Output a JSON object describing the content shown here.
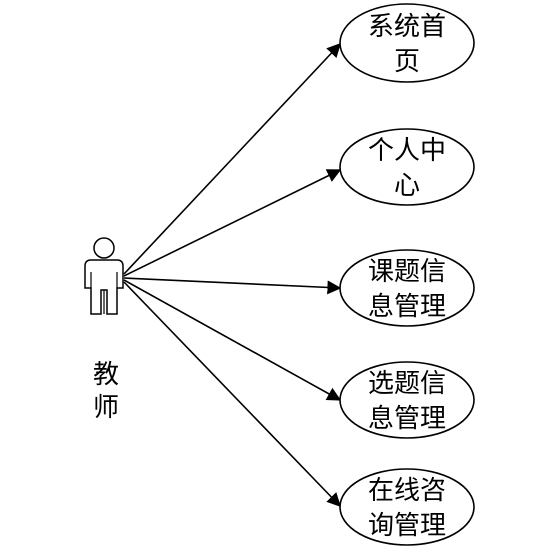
{
  "actor": {
    "icon": "actor-icon",
    "name_line1": "教",
    "name_line2": "师"
  },
  "use_cases": [
    {
      "line1": "系统首",
      "line2": "页"
    },
    {
      "line1": "个人中",
      "line2": "心"
    },
    {
      "line1": "课题信",
      "line2": "息管理"
    },
    {
      "line1": "选题信",
      "line2": "息管理"
    },
    {
      "line1": "在线咨",
      "line2": "询管理"
    }
  ],
  "colors": {
    "stroke": "#000000",
    "background": "#ffffff"
  }
}
